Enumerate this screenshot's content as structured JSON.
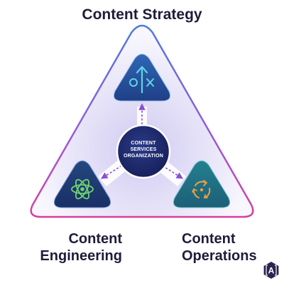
{
  "diagram": {
    "top_label": "Content Strategy",
    "left_label": [
      "Content",
      "Engineering"
    ],
    "right_label": [
      "Content",
      "Operations"
    ],
    "center_label": [
      "CONTENT",
      "SERVICES",
      "ORGANIZATION"
    ],
    "top_icon_text": "o|x",
    "nodes": [
      {
        "id": "strategy",
        "icon": "chart-arrow-icon"
      },
      {
        "id": "engineering",
        "icon": "atom-icon"
      },
      {
        "id": "operations",
        "icon": "recycle-arrows-icon"
      }
    ],
    "brand_logo": "A",
    "colors": {
      "outer_gradient": [
        "#4f7ae0",
        "#9b59d6",
        "#d63f9e"
      ],
      "fill_inner": "#e4e1f7",
      "fill_outer": "#f7f6fd",
      "node_blue": "#2a5aa6",
      "node_dark": "#21327a",
      "node_teal": "#1f7a8c",
      "hub": "#1e2a6e",
      "arrow_purple": "#8a4fd6",
      "icon_cyan": "#5fd4e6",
      "icon_green": "#6fd46f",
      "icon_orange": "#f0a040"
    }
  }
}
